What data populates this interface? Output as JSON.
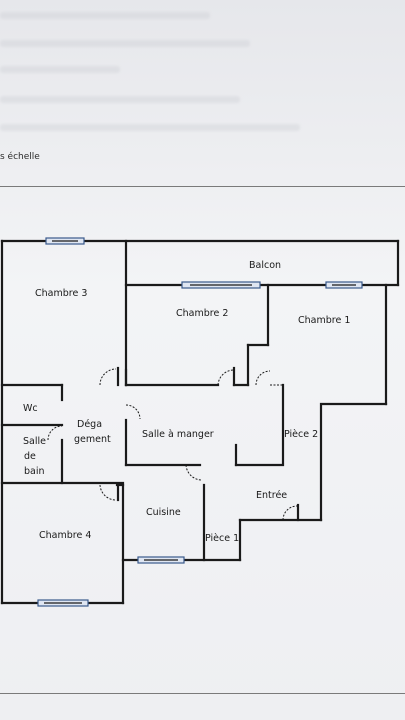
{
  "caption": "s échelle",
  "colors": {
    "wall": "#1a1a1a",
    "window": "#3a5a8c",
    "paper": "#f1f2f5"
  },
  "rooms": {
    "balcon": "Balcon",
    "chambre3": "Chambre 3",
    "chambre2": "Chambre 2",
    "chambre1": "Chambre 1",
    "wc": "Wc",
    "degagement_1": "Déga",
    "degagement_2": "gement",
    "salle_de_bain_1": "Salle",
    "salle_de_bain_2": "de",
    "salle_de_bain_3": "bain",
    "salle_a_manger": "Salle à manger",
    "piece2": "Pièce 2",
    "entree": "Entrée",
    "cuisine": "Cuisine",
    "piece1": "Pièce 1",
    "chambre4": "Chambre 4"
  }
}
